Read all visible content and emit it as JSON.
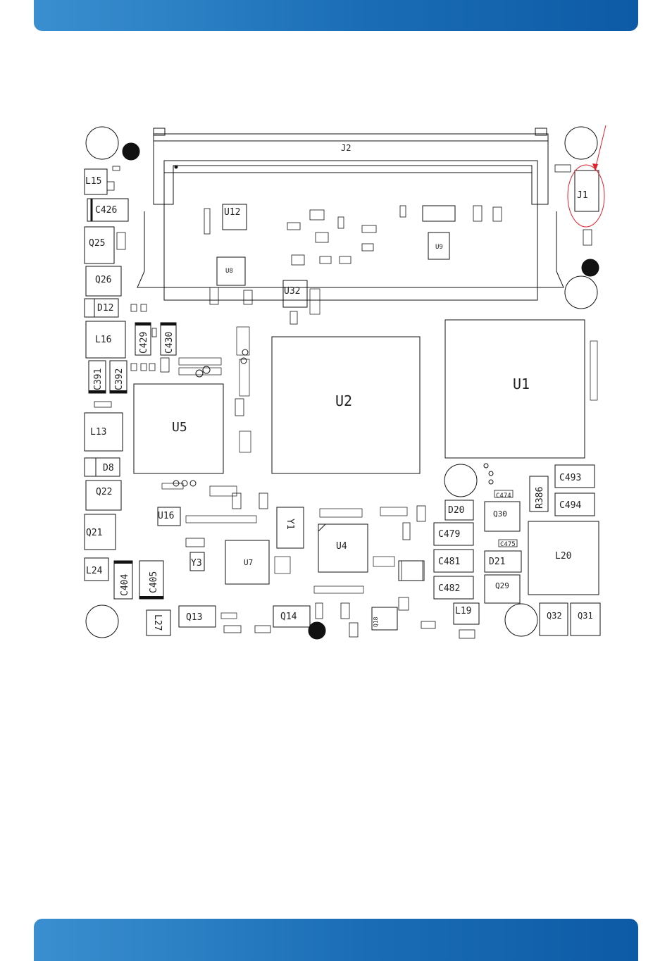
{
  "header": {
    "color": "#1a6db5"
  },
  "footer": {
    "color": "#1a6db5"
  },
  "highlight": {
    "target": "J1",
    "color": "#e0202a"
  },
  "components": {
    "J2": "J2",
    "J1": "J1",
    "U1": "U1",
    "U2": "U2",
    "U4": "U4",
    "U5": "U5",
    "U7": "U7",
    "U8": "U8",
    "U9": "U9",
    "U12": "U12",
    "U16": "U16",
    "U32": "U32",
    "L13": "L13",
    "L15": "L15",
    "L16": "L16",
    "L19": "L19",
    "L20": "L20",
    "L24": "L24",
    "L27": "L27",
    "C426": "C426",
    "C429": "C429",
    "C430": "C430",
    "C391": "C391",
    "C392": "C392",
    "C404": "C404",
    "C405": "C405",
    "C479": "C479",
    "C481": "C481",
    "C482": "C482",
    "C493": "C493",
    "C494": "C494",
    "C474": "C474",
    "C475": "C475",
    "Q13": "Q13",
    "Q14": "Q14",
    "Q18": "Q18",
    "Q21": "Q21",
    "Q22": "Q22",
    "Q25": "Q25",
    "Q26": "Q26",
    "Q29": "Q29",
    "Q30": "Q30",
    "Q31": "Q31",
    "Q32": "Q32",
    "D8": "D8",
    "D12": "D12",
    "D20": "D20",
    "D21": "D21",
    "R386": "R386",
    "Y1": "Y1",
    "Y3": "Y3"
  }
}
